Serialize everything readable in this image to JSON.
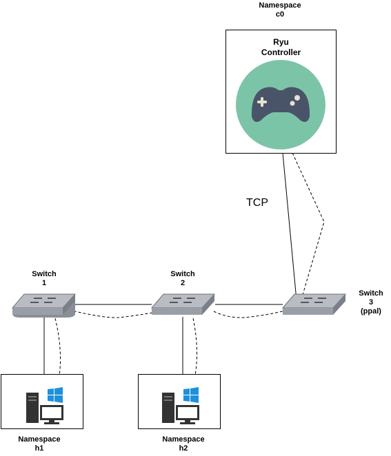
{
  "controller": {
    "namespace_label": "Namespace",
    "namespace_name": "c0",
    "title_line1": "Ryu",
    "title_line2": "Controller",
    "icon": "gamepad-icon",
    "circle_color": "#7cc4a8",
    "pad_color": "#4a5468"
  },
  "link_label": "TCP",
  "switches": [
    {
      "title": "Switch",
      "number": "1",
      "extra": ""
    },
    {
      "title": "Switch",
      "number": "2",
      "extra": ""
    },
    {
      "title": "Switch",
      "number": "3",
      "extra": "(ppal)"
    }
  ],
  "hosts": [
    {
      "namespace_label": "Namespace",
      "name": "h1",
      "icon": "windows-pc-icon"
    },
    {
      "namespace_label": "Namespace",
      "name": "h2",
      "icon": "windows-pc-icon"
    }
  ],
  "colors": {
    "windows_blue": "#1e90dc",
    "tower": "#333333",
    "switch_top": "#b9bcc2",
    "switch_side": "#8a8e96"
  }
}
